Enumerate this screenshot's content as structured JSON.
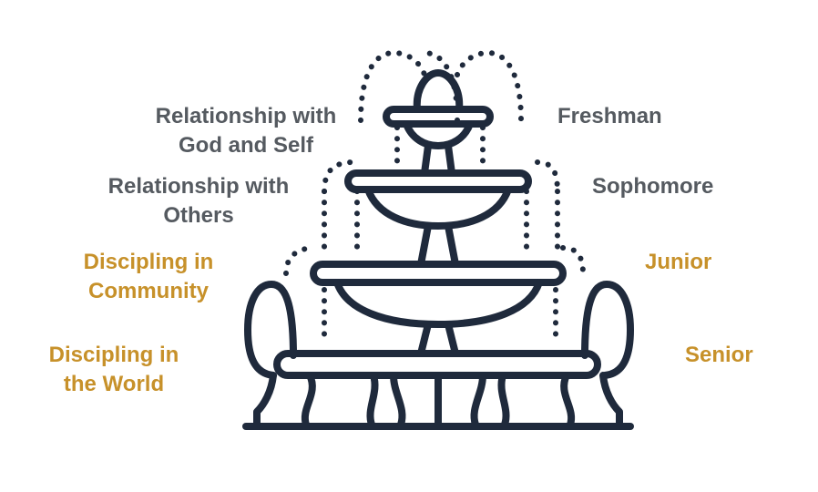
{
  "labels_left": [
    {
      "line1": "Relationship with",
      "line2": "God and Self"
    },
    {
      "line1": "Relationship with",
      "line2": "Others"
    },
    {
      "line1": "Discipling in",
      "line2": "Community"
    },
    {
      "line1": "Discipling in",
      "line2": "the World"
    }
  ],
  "labels_right": [
    "Freshman",
    "Sophomore",
    "Junior",
    "Senior"
  ],
  "colors": {
    "outline": "#1f2a3c",
    "gray_text": "#555a60",
    "gold_text": "#c7912a",
    "background": "#ffffff"
  },
  "icon": "fountain-icon"
}
